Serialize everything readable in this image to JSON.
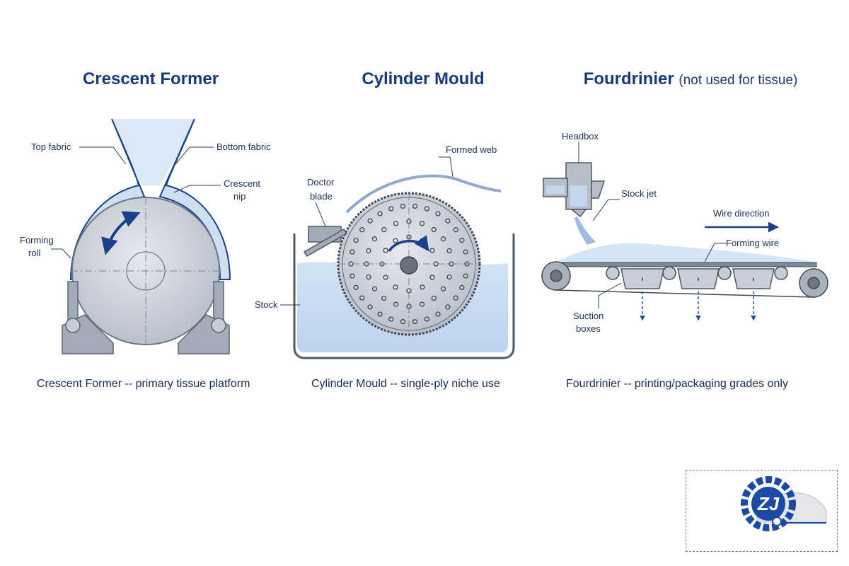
{
  "panels": [
    {
      "title": "Crescent Former",
      "subtitle": "",
      "caption": "Crescent Former -- primary tissue platform",
      "labels": {
        "top_fabric": "Top fabric",
        "bottom_fabric": "Bottom fabric",
        "crescent_nip_1": "Crescent",
        "crescent_nip_2": "nip",
        "forming_roll_1": "Forming",
        "forming_roll_2": "roll"
      }
    },
    {
      "title": "Cylinder Mould",
      "subtitle": "",
      "caption": "Cylinder Mould -- single-ply niche use",
      "labels": {
        "formed_web": "Formed web",
        "doctor_blade_1": "Doctor",
        "doctor_blade_2": "blade",
        "stock": "Stock"
      }
    },
    {
      "title": "Fourdrinier",
      "subtitle": "(not used for tissue)",
      "caption": "Fourdrinier -- printing/packaging grades only",
      "labels": {
        "headbox": "Headbox",
        "stock_jet": "Stock jet",
        "wire_direction": "Wire direction",
        "forming_wire": "Forming wire",
        "suction_boxes_1": "Suction",
        "suction_boxes_2": "boxes"
      }
    }
  ],
  "logo": {
    "monogram": "ZJ"
  },
  "colors": {
    "navy": "#1c3f8c",
    "water": "#cfe0f3",
    "water_light": "#e3eef9",
    "steel": "#c9ced6",
    "steel_dark": "#8e96a3",
    "logo_blue": "#1b4aa6"
  }
}
